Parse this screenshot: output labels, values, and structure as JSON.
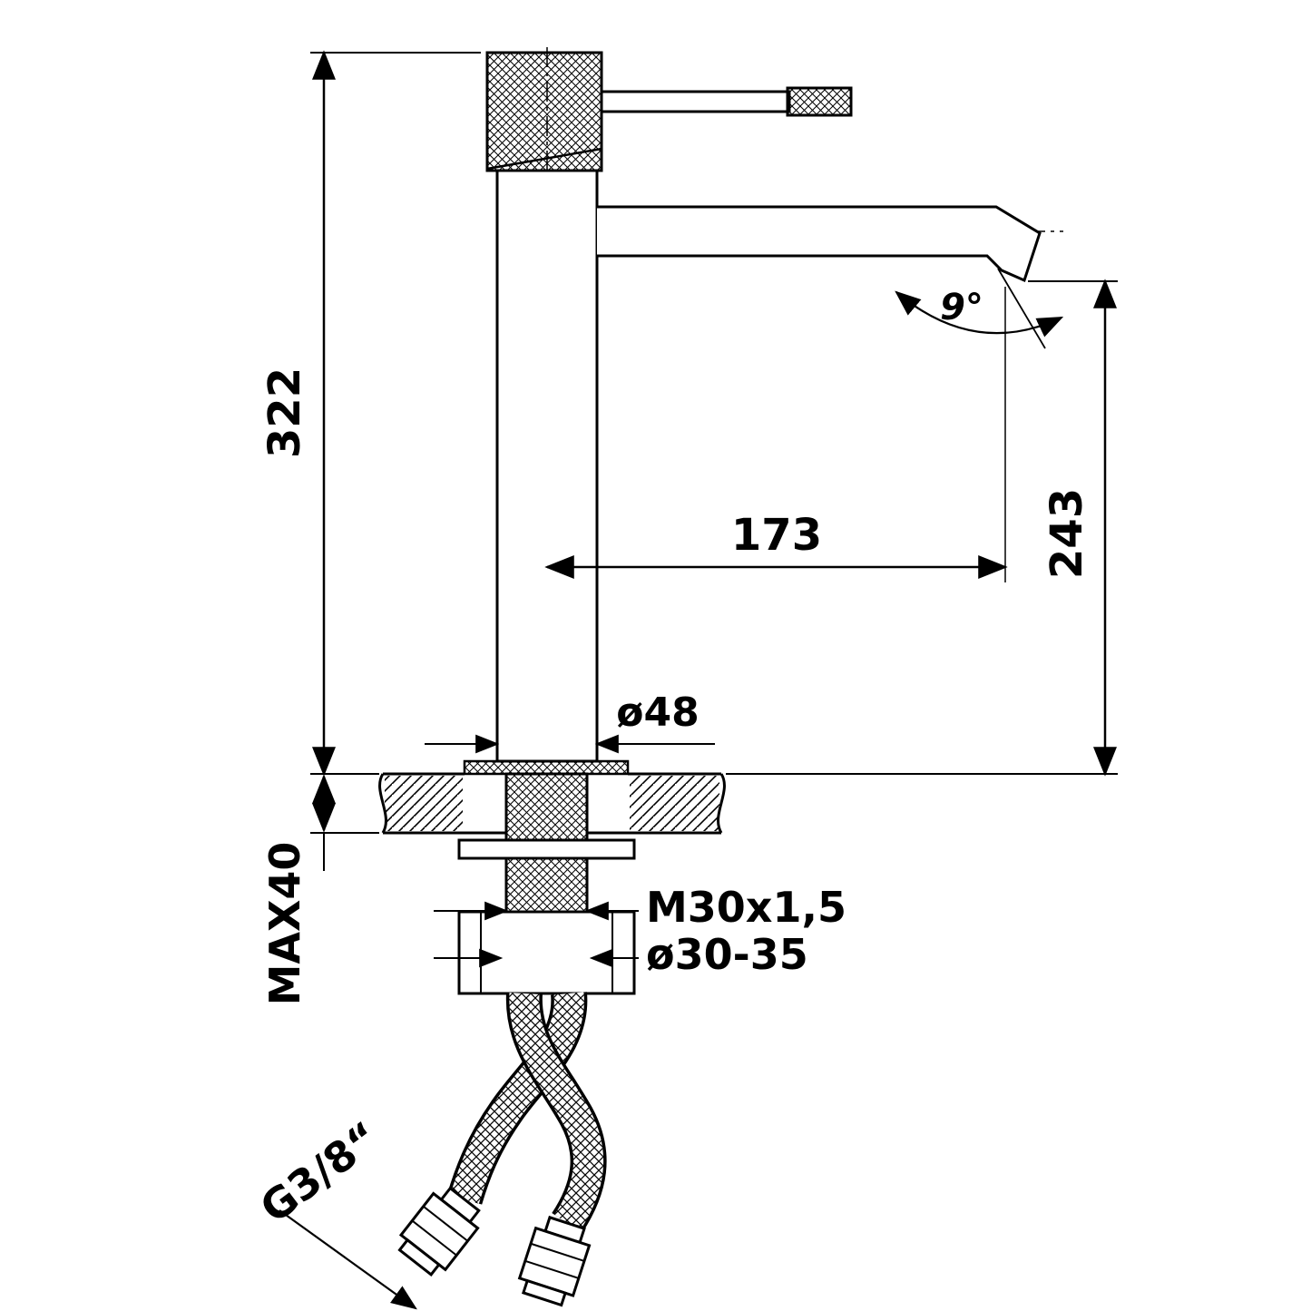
{
  "drawing": {
    "type": "technical-drawing",
    "subject": "tall single-lever basin mixer faucet, side elevation with installation dimensions",
    "colors": {
      "line": "#000000",
      "background": "#ffffff"
    },
    "labels": {
      "height_overall": "322",
      "spout_reach": "173",
      "spout_outlet_height": "243",
      "base_diameter": "ø48",
      "max_deck_thickness": "MAX40",
      "thread_size": "M30x1,5",
      "hole_diameter": "ø30-35",
      "hose_connection": "G3/8“",
      "spout_angle": "9°"
    }
  }
}
